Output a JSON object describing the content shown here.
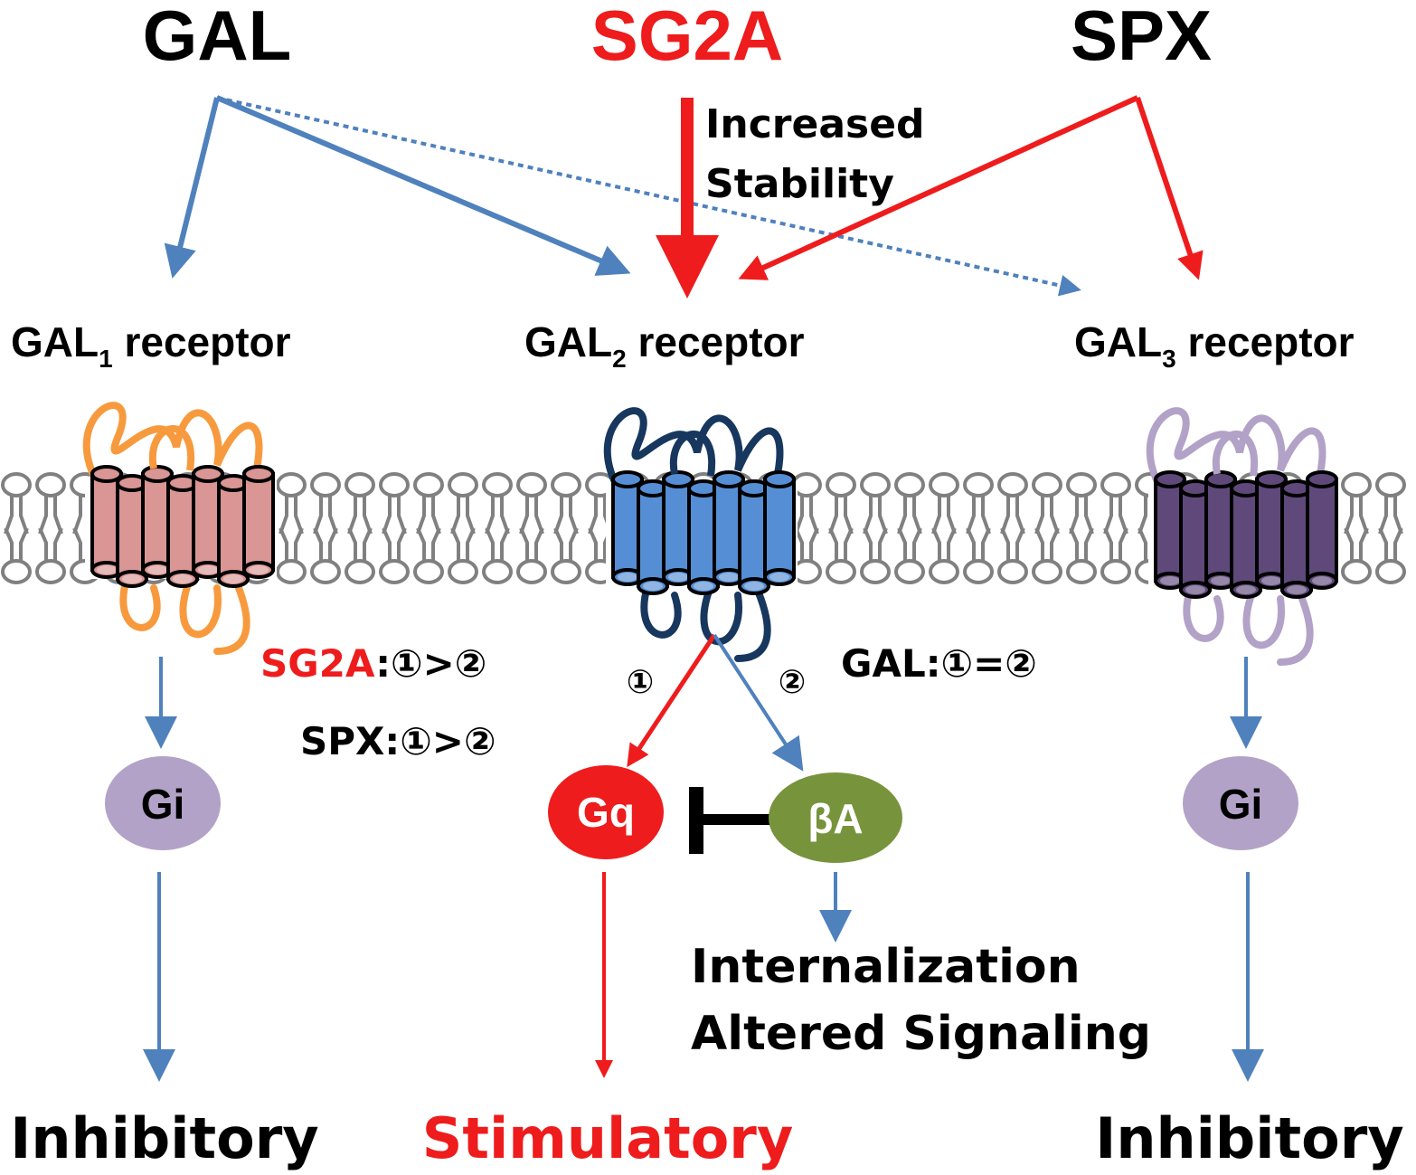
{
  "ligands": {
    "gal": "GAL",
    "sg2a": "SG2A",
    "spx": "SPX"
  },
  "stability": {
    "line1": "Increased",
    "line2": "Stability"
  },
  "receptors": {
    "gal1": {
      "main": "GAL",
      "sub": "1",
      "suffix": " receptor"
    },
    "gal2": {
      "main": "GAL",
      "sub": "2",
      "suffix": " receptor"
    },
    "gal3": {
      "main": "GAL",
      "sub": "3",
      "suffix": " receptor"
    }
  },
  "pathway_notes": {
    "sg2a_prefix": "SG2A",
    "sg2a_rest": ":①>②",
    "spx": "SPX:①>②",
    "gal": "GAL:①=②",
    "path1": "①",
    "path2": "②"
  },
  "proteins": {
    "gi_left": "Gi",
    "gq": "Gq",
    "beta_arrestin": "βA",
    "gi_right": "Gi"
  },
  "effects": {
    "internalization": "Internalization",
    "altered_signaling": "Altered Signaling"
  },
  "outcomes": {
    "left": "Inhibitory",
    "center": "Stimulatory",
    "right": "Inhibitory"
  },
  "colors": {
    "red": "#ee1c1c",
    "blue_arrow": "#4f81bd",
    "gal1_body": "#d99694",
    "gal1_loop": "#f79a3e",
    "gal2_body": "#558ed5",
    "gal2_loop": "#17375e",
    "gal3_body": "#5f497a",
    "gal3_loop": "#b3a2c7",
    "gi": "#b3a2c7",
    "beta_arrestin": "#77933c",
    "lipid": "#808080"
  }
}
